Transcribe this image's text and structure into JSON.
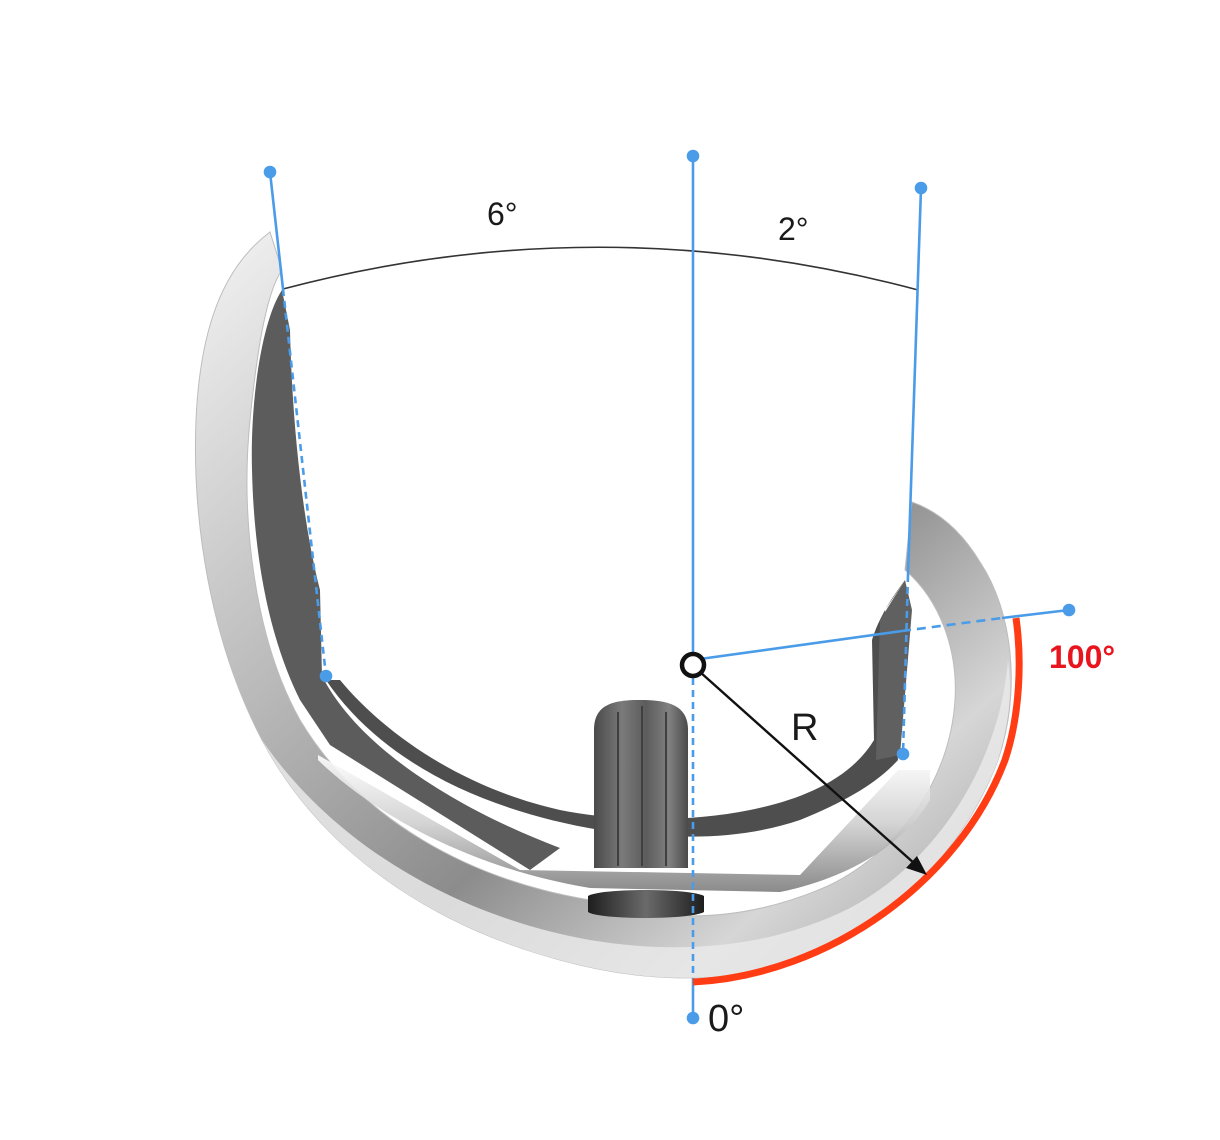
{
  "labels": {
    "angle_left": "6°",
    "angle_right": "2°",
    "radius": "R",
    "angle_start": "0°",
    "angle_end": "100°"
  },
  "colors": {
    "guide": "#4a9ce8",
    "arc_dim": "#333333",
    "highlight_arc": "#ff3c14",
    "highlight_text": "#e8141e",
    "text": "#1a1a1a",
    "metal_dark": "#5a5a5a",
    "metal_light": "#d8d8d8"
  }
}
